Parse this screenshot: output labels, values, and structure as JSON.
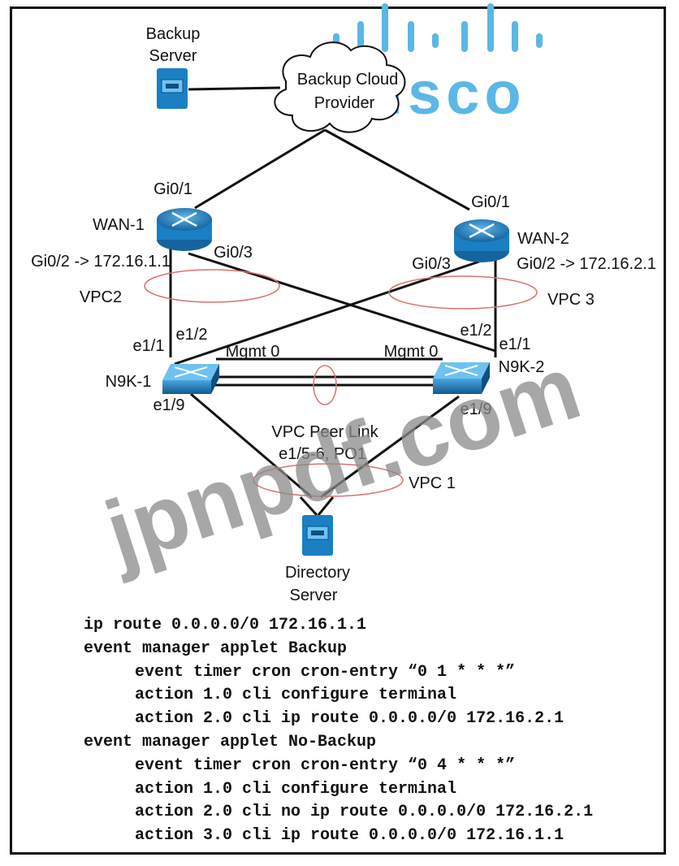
{
  "logo_text": "cisco",
  "watermark": "jpnpdf.com",
  "nodes": {
    "backup_server": [
      "Backup",
      "Server"
    ],
    "cloud": [
      "Backup Cloud",
      "Provider"
    ],
    "wan1": "WAN-1",
    "wan2": "WAN-2",
    "n9k1": "N9K-1",
    "n9k2": "N9K-2",
    "directory_server": [
      "Directory",
      "Server"
    ]
  },
  "interfaces": {
    "wan1_gi01": "Gi0/1",
    "wan2_gi01": "Gi0/1",
    "wan1_gi02": "Gi0/2 -> 172.16.1.1",
    "wan1_gi03": "Gi0/3",
    "wan2_gi03": "Gi0/3",
    "wan2_gi02": "Gi0/2 -> 172.16.2.1",
    "n9k1_e11": "e1/1",
    "n9k1_e12": "e1/2",
    "n9k2_e12": "e1/2",
    "n9k2_e11": "e1/1",
    "n9k1_mgmt": "Mgmt 0",
    "n9k2_mgmt": "Mgmt 0",
    "n9k1_e19": "e1/9",
    "n9k2_e19": "e1/9"
  },
  "vpc": {
    "vpc2": "VPC2",
    "vpc3": "VPC 3",
    "vpc1": "VPC 1",
    "peer_link": [
      "VPC Peer Link",
      "e1/5-6, PO1"
    ]
  },
  "config_lines": [
    {
      "indent": 0,
      "text": "ip route 0.0.0.0/0 172.16.1.1"
    },
    {
      "indent": 0,
      "text": "event manager applet Backup"
    },
    {
      "indent": 1,
      "text": "event timer cron cron-entry “0 1 * * *”"
    },
    {
      "indent": 1,
      "text": "action 1.0 cli configure terminal"
    },
    {
      "indent": 1,
      "text": "action 2.0 cli ip route 0.0.0.0/0 172.16.2.1"
    },
    {
      "indent": 0,
      "text": "event manager applet No-Backup"
    },
    {
      "indent": 1,
      "text": "event timer cron cron-entry “0 4 * * *”"
    },
    {
      "indent": 1,
      "text": "action 1.0 cli configure terminal"
    },
    {
      "indent": 1,
      "text": "action 2.0 cli no ip route 0.0.0.0/0 172.16.2.1"
    },
    {
      "indent": 1,
      "text": "action 3.0 cli ip route 0.0.0.0/0 172.16.1.1"
    }
  ],
  "colors": {
    "device_blue": "#1b7fc4",
    "vpc_ellipse": "#d9736f",
    "logo": "#5bb7e6",
    "watermark": "#8a8a8a"
  }
}
